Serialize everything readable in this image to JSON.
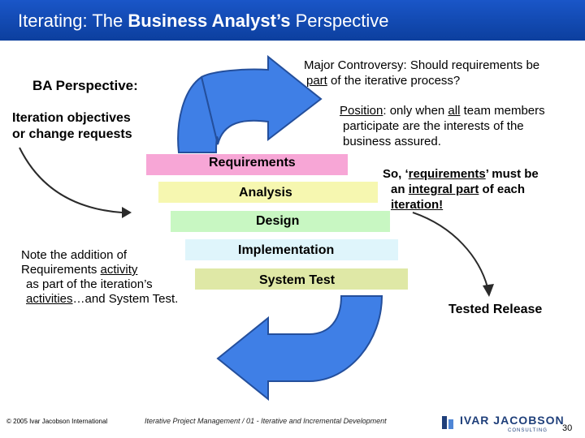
{
  "header": {
    "title_part1": "Iterating",
    "title_part2": ": The ",
    "title_part3": "Business Analyst’s",
    "title_part4": " Perspective"
  },
  "controversy": {
    "line1": "Major Controversy:  Should requirements be",
    "line2_u": "part",
    "line2_rest": " of the iterative process?"
  },
  "ba_perspective": "BA Perspective:",
  "iteration_objectives": {
    "line1": "Iteration objectives",
    "line2": "or  change requests"
  },
  "position": {
    "line1_u": "Position",
    "line1_a": ":  only when ",
    "line1_u2": "all",
    "line1_b": " team members",
    "line2": "participate are the interests of the",
    "line3": "business assured."
  },
  "so_note": {
    "line1_a": "So, ‘",
    "line1_u": "requirements",
    "line1_b": "’ must be",
    "line2_a": "an ",
    "line2_u": "integral part",
    "line2_b": " of each",
    "line3_u": "iteration!"
  },
  "activities": {
    "requirements": "Requirements",
    "analysis": "Analysis",
    "design": "Design",
    "implementation": "Implementation",
    "system_test": "System Test"
  },
  "colors": {
    "requirements": "#f7a6d6",
    "analysis": "#f6f7b0",
    "design": "#c8f7c2",
    "implementation": "#dff5fb",
    "system_test": "#dfe8a6",
    "arrow_fill": "#3f7fe6",
    "title_bar": "#0c3f9e"
  },
  "note": {
    "line1": "Note the addition of",
    "line2_a": "Requirements ",
    "line2_u": "activity",
    "line3": "as part of the iteration’s",
    "line4_u": "activities",
    "line4_b": "…and System Test."
  },
  "tested_release": "Tested Release",
  "footer": {
    "copyright": "© 2005 Ivar Jacobson International",
    "course": "Iterative Project Management / 01 - Iterative and Incremental Development",
    "logo": "IVAR JACOBSON",
    "logo_sub": "CONSULTING",
    "page": "30"
  }
}
